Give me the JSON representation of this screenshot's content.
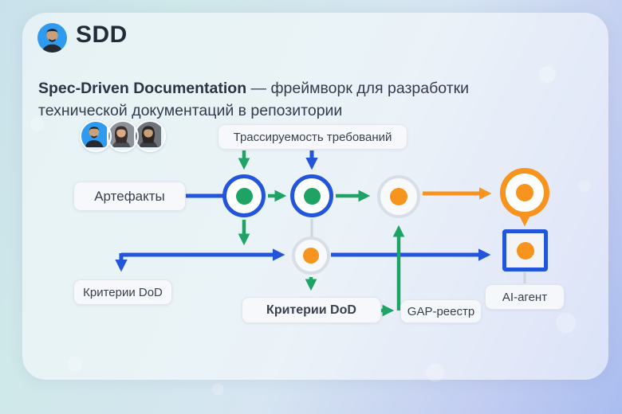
{
  "header": {
    "title": "SDD",
    "subtitle_strong": "Spec-Driven Documentation",
    "subtitle_rest": " — фреймворк для разработки технической документаций в репозитории"
  },
  "diagram": {
    "labels": {
      "traceability": "Трассируемость требований",
      "artifacts": "Артефакты",
      "dod_left": "Критерии DoD",
      "dod_center": "Критерии DoD",
      "gap_registry": "GAP-реестр",
      "ai_agent": "AI-агент"
    },
    "icons": [
      "male-avatar-icon",
      "female-avatar-icon",
      "female-avatar-icon-2"
    ],
    "colors": {
      "blue": "#2355db",
      "green": "#1fa365",
      "orange": "#f7941e",
      "gray_ring": "#d8dee6",
      "gray_connector": "#ccd4dc",
      "chip_bg": "#f6f9fb",
      "text": "#39404e"
    }
  }
}
